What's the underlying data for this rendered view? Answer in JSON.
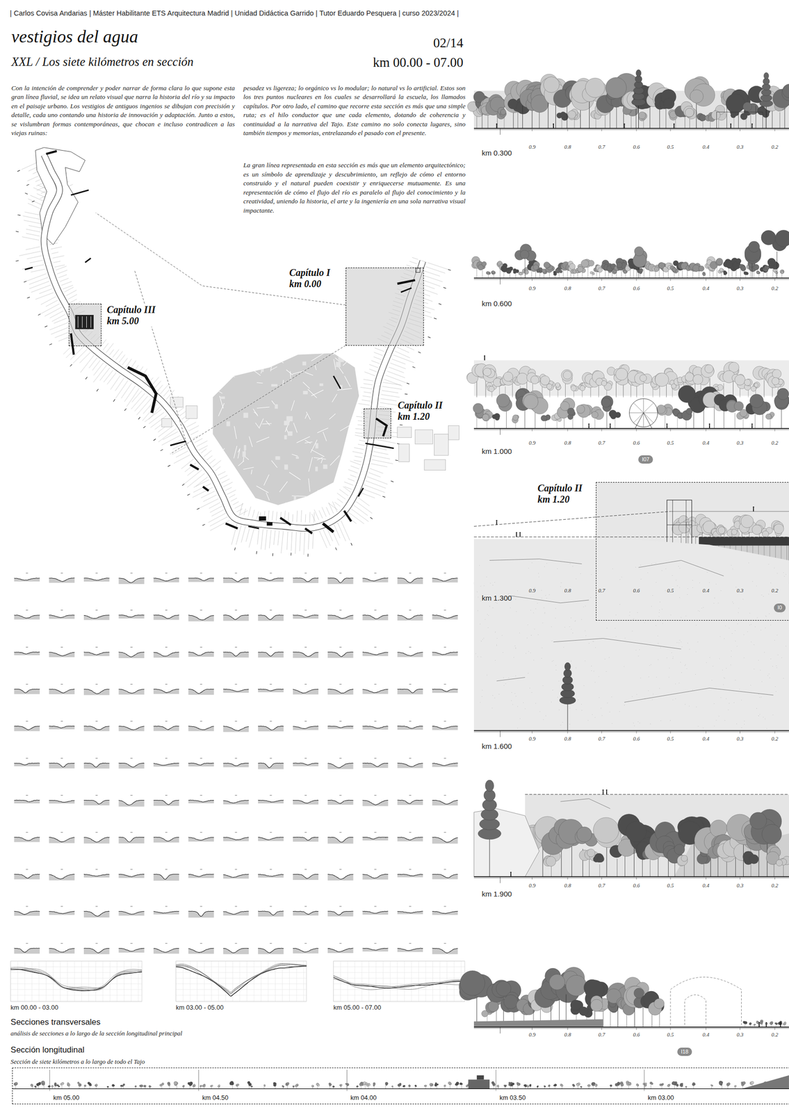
{
  "diagram": {
    "title": "vestigios del agua",
    "nodes": [
      {
        "text": [
          "Capítulo I km 0.00"
        ]
      },
      {
        "text": [
          "Capítulo III km 5.00"
        ]
      },
      {
        "text": [
          "Capítulo II km 1.20"
        ]
      },
      {
        "text": [
          "I07"
        ]
      },
      {
        "text": [
          "Capítulo II km 1.20"
        ]
      },
      {
        "text": [
          "I0"
        ]
      },
      {
        "text": [
          "I18"
        ]
      },
      {
        "text": [
          "km 05.00",
          "km 04.50",
          "km 04.00",
          "km 03.50",
          "km 03.00"
        ]
      }
    ],
    "labels": [
      "| Carlos Covisa Andarias | Máster Habilitante ETS Arquitectura Madrid | Unidad Didáctica Garrido | Tutor Eduardo Pesquera | curso 2023/2024 |",
      "XXL / Los siete kilómetros en sección",
      "02/14",
      "km 00.00 - 07.00",
      "Con la intención de comprender y poder narrar de forma clara lo que supone esta gran línea fluvial, se idea un relato visual que narra la historia del río y su impacto en el paisaje urbano. Los vestigios de antiguos ingenios se dibujan con precisión y detalle, cada uno contando una historia de innovación y adaptación. Junto a estos, se vislumbran formas contemporáneas, que chocan e incluso contradicen a las viejas ruinas:",
      "pesadez vs ligereza; lo orgánico vs lo modular; lo natural vs lo artificial. Estos son los tres puntos nucleares en los cuales se desarrollará la escuela, los llamados capítulos. Por otro lado, el camino que recorre esta sección es más que una simple ruta; es el hilo conductor que une cada elemento, dotando de coherencia y continuidad a la narrativa del Tajo. Este camino no solo conecta lugares, sino también tiempos y memorias, entrelazando el pasado con el presente.",
      "La gran línea representada en esta sección es más que un elemento arquitectónico; es un símbolo de aprendizaje y descubrimiento, un reflejo de cómo el entorno construido y el natural pueden coexistir y enriquecerse mutuamente. Es una representación de cómo el flujo del río es paralelo al flujo del conocimiento y la creatividad, uniendo la historia, el arte y la ingeniería en una sola narrativa visual impactante.",
      "km 0.300",
      "0.9",
      "0.8",
      "0.7",
      "0.6",
      "0.5",
      "0.4",
      "0.3",
      "0.2",
      "km 0.600",
      "0.9",
      "0.8",
      "0.7",
      "0.6",
      "0.5",
      "0.4",
      "0.3",
      "0.2",
      "km 1.000",
      "0.9",
      "0.8",
      "0.7",
      "0.6",
      "0.5",
      "0.4",
      "0.3",
      "0.2",
      "km 1.300",
      "0.9",
      "0.8",
      "0.7",
      "0.6",
      "0.5",
      "0.4",
      "0.3",
      "0.2",
      "km 1.600",
      "0.9",
      "0.8",
      "0.7",
      "0.6",
      "0.5",
      "0.4",
      "0.3",
      "0.2",
      "km 1.900",
      "0.9",
      "0.8",
      "0.7",
      "0.6",
      "0.5",
      "0.4",
      "0.3",
      "0.2",
      "0.9",
      "0.8",
      "0.7",
      "0.6",
      "0.5",
      "0.4",
      "0.3",
      "0.2",
      "km 00.00 - 03.00",
      "km 03.00 - 05.00",
      "km 05.00 - 07.00",
      "Secciones transversales",
      "análisis de secciones a lo largo de la sección longitudinal principal",
      "Sección longitudinal",
      "Sección de siete kilómetros a lo largo de todo el Tajo"
    ]
  }
}
